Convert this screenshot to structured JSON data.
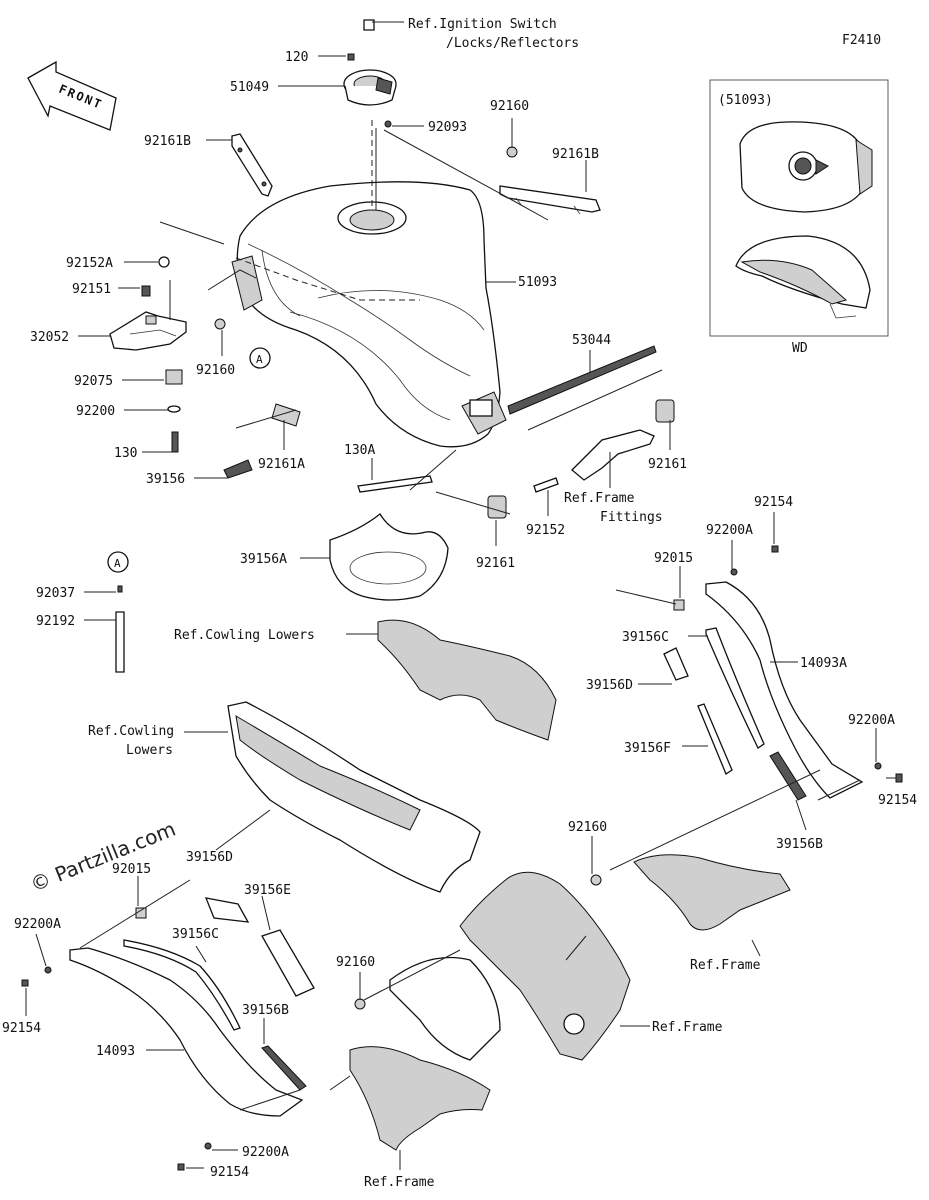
{
  "figure_code": "F2410",
  "front_label": "FRONT",
  "watermark": "© Partzilla.com",
  "inset": {
    "title": "(51093)",
    "caption": "WD"
  },
  "callout_a": "A",
  "labels": {
    "ref_ignition_1": "Ref.Ignition Switch",
    "ref_ignition_2": "/Locks/Reflectors",
    "p120": "120",
    "p51049": "51049",
    "p92093": "92093",
    "p92160_top": "92160",
    "p92161b_left": "92161B",
    "p92161b_right": "92161B",
    "p51093": "51093",
    "p92152a": "92152A",
    "p92151": "92151",
    "p32052": "32052",
    "p92160_mid": "92160",
    "p92075": "92075",
    "p92200": "92200",
    "p130": "130",
    "p39156": "39156",
    "p92161a": "92161A",
    "p53044": "53044",
    "p130a": "130A",
    "p92161_right": "92161",
    "ref_frame_fittings_1": "Ref.Frame",
    "ref_frame_fittings_2": "Fittings",
    "p92152": "92152",
    "p92161_mid": "92161",
    "p39156a": "39156A",
    "p92154_top": "92154",
    "p92200a_top": "92200A",
    "p92015_top": "92015",
    "p92037": "92037",
    "p92192": "92192",
    "ref_cowling_1": "Ref.Cowling Lowers",
    "p39156c_right": "39156C",
    "p14093a": "14093A",
    "p39156d_right": "39156D",
    "ref_cowling2_1": "Ref.Cowling",
    "ref_cowling2_2": "Lowers",
    "p39156f": "39156F",
    "p92200a_right": "92200A",
    "p92154_right": "92154",
    "p39156b_right": "39156B",
    "p92160_lower": "92160",
    "p39156d_left": "39156D",
    "p92015_left": "92015",
    "p39156e": "39156E",
    "p92200a_left": "92200A",
    "p39156c_left": "39156C",
    "ref_frame_right": "Ref.Frame",
    "p92160_left": "92160",
    "p92154_left": "92154",
    "p39156b_left": "39156B",
    "ref_frame_mid": "Ref.Frame",
    "p14093": "14093",
    "p92200a_bottom": "92200A",
    "p92154_bottom": "92154",
    "ref_frame_bottom": "Ref.Frame"
  }
}
